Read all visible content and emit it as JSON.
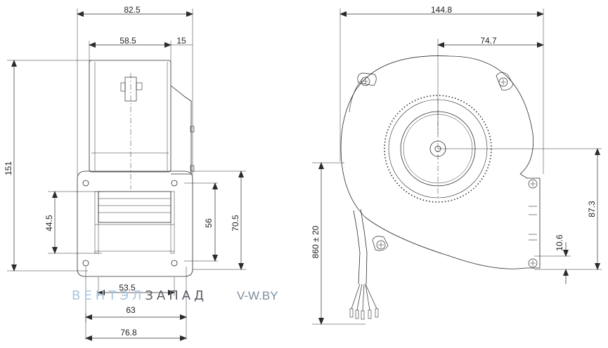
{
  "side_view": {
    "dimensions": {
      "overall_width": "82.5",
      "body_width": "58.5",
      "motor_depth": "15",
      "height": "151",
      "outlet_height": "44.5",
      "flange_height": "56",
      "flange_outer_height": "70.5",
      "outlet_width": "53.5",
      "hole_spacing": "63",
      "flange_width": "76.8"
    }
  },
  "front_view": {
    "dimensions": {
      "overall_width": "144.8",
      "axis_offset": "74.7",
      "axis_height": "87.3",
      "cable_length": "860 ± 20",
      "outlet_offset": "10.6"
    }
  },
  "watermark": {
    "brand_part1": "ВЕНТЭЛ",
    "brand_part2": "ЗАПАД",
    "site": "V-W.BY",
    "colors": {
      "brand_part1": "#a9c4e0",
      "brand_part2": "#5a5f66"
    }
  },
  "colors": {
    "line": "#2b2b2b",
    "text": "#222222"
  }
}
